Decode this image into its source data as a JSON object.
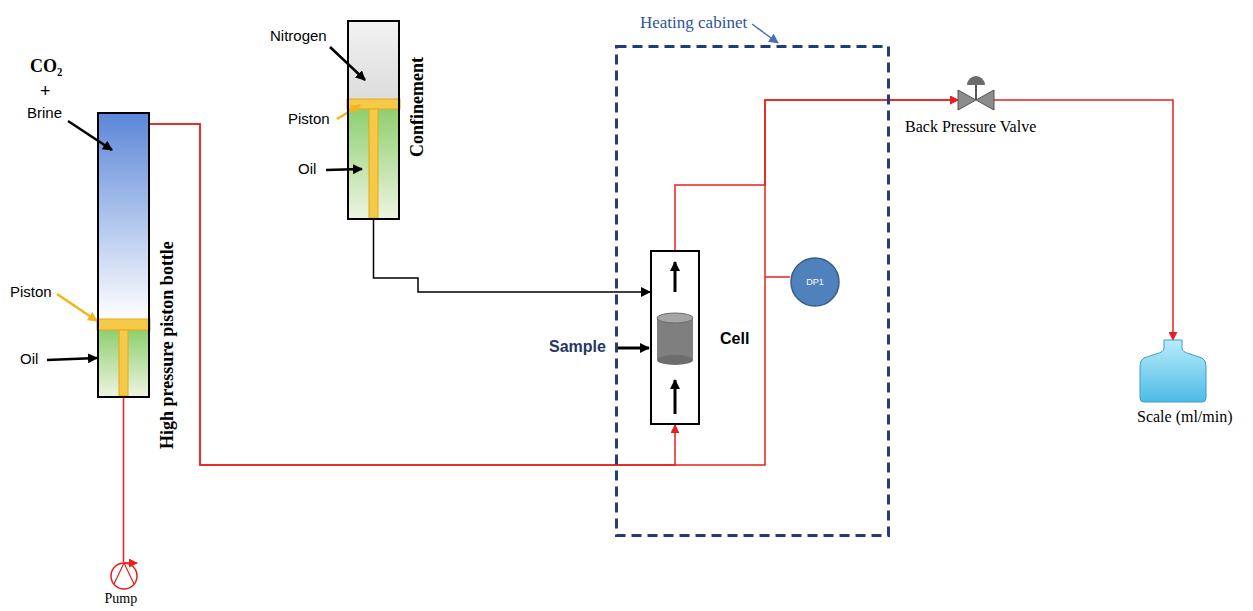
{
  "diagram": {
    "nodes": [
      {
        "text": [
          "High pressure piston bottle"
        ]
      },
      {
        "text": [
          "Pump"
        ]
      },
      {
        "text": [
          "Confinement"
        ]
      },
      {
        "text": [
          "Heating cabinet"
        ]
      },
      {
        "text": [
          "Cell"
        ],
        "in": 3
      },
      {
        "text": [
          "DP1"
        ],
        "in": 3
      },
      {
        "text": [
          "Back Pressure Valve"
        ]
      },
      {
        "text": [
          "Scale (ml/min)"
        ]
      }
    ],
    "edges": [
      {
        "from": 1,
        "to": 0,
        "arrow": "none"
      },
      {
        "from": 0,
        "to": 4,
        "arrow": "to"
      },
      {
        "from": 2,
        "to": 4,
        "arrow": "to"
      },
      {
        "from": 4,
        "to": 6,
        "arrow": "to"
      },
      {
        "from": 0,
        "to": 6,
        "arrow": "to"
      },
      {
        "from": 6,
        "to": 7,
        "arrow": "to"
      }
    ],
    "labels": [
      "CO₂",
      "+",
      "Brine",
      "Piston",
      "Oil",
      "Nitrogen",
      "Piston",
      "Oil",
      "Sample"
    ]
  }
}
